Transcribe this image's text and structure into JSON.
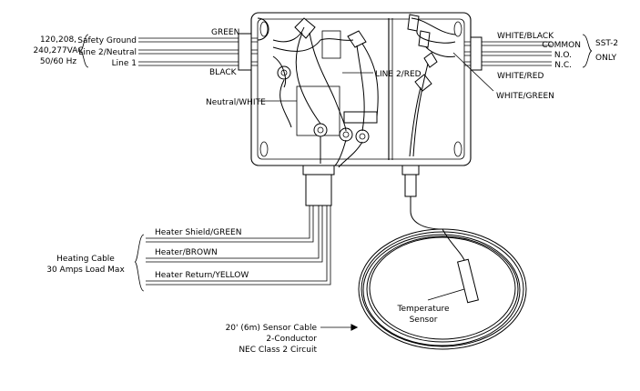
{
  "supply": {
    "voltage_lines": [
      "120,208,",
      "240,277VAC",
      "50/60 Hz"
    ],
    "safety_ground": "Safety Ground",
    "line2_neutral": "Line 2/Neutral",
    "line1": "Line 1"
  },
  "wires": {
    "green": "GREEN",
    "black": "BLACK",
    "line2_red": "LINE 2/RED",
    "neutral_white": "Neutral/WHITE",
    "white_black": "WHITE/BLACK",
    "white_red": "WHITE/RED",
    "white_green": "WHITE/GREEN"
  },
  "relay": {
    "common": "COMMON",
    "no": "N.O.",
    "nc": "N.C.",
    "model": "SST-2",
    "only": "ONLY"
  },
  "heater": {
    "shield": "Heater Shield/GREEN",
    "brown": "Heater/BROWN",
    "return": "Heater Return/YELLOW",
    "cable_label": "Heating Cable",
    "load": "30 Amps Load Max"
  },
  "sensor": {
    "label_line1": "Temperature",
    "label_line2": "Sensor",
    "cable_line1": "20' (6m) Sensor Cable",
    "cable_line2": "2-Conductor",
    "cable_line3": "NEC Class 2 Circuit"
  }
}
